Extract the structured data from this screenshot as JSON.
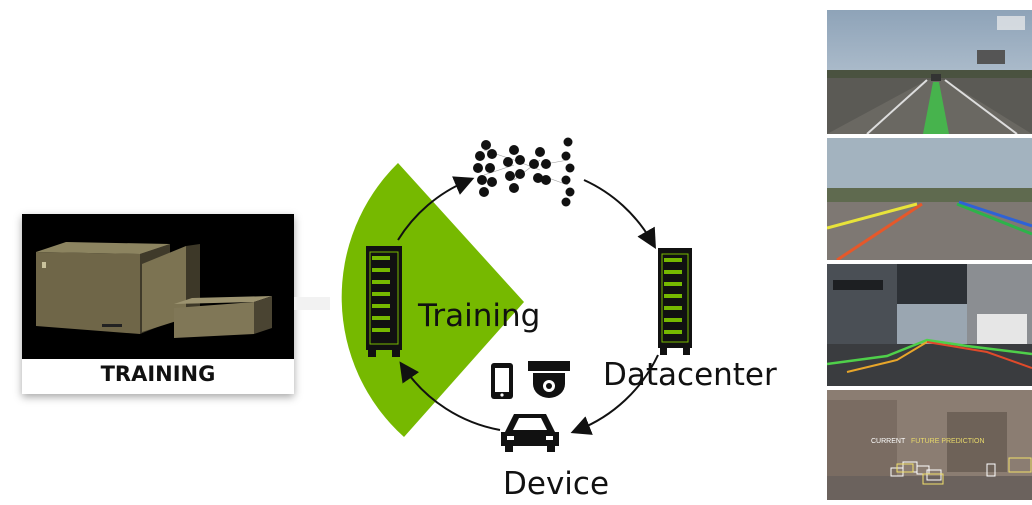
{
  "training_card": {
    "caption": "TRAINING",
    "photo_icon": "dgx-server-photo"
  },
  "cycle": {
    "stage_labels": {
      "training": "Training",
      "datacenter": "Datacenter",
      "device": "Device"
    },
    "icons": [
      "neural-network-icon",
      "server-rack-icon",
      "phone-icon",
      "security-camera-icon",
      "car-icon"
    ],
    "accent_color": "#76b900"
  },
  "frames": {
    "frame_4": {
      "label_current": "CURRENT",
      "label_future": "FUTURE PREDICTION"
    }
  }
}
